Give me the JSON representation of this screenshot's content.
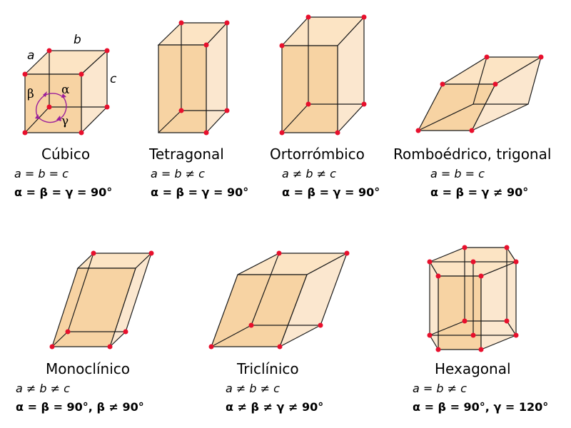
{
  "systems": [
    {
      "name": "Cúbico",
      "edges": "a = b = c",
      "angles": "α = β = γ = 90°"
    },
    {
      "name": "Tetragonal",
      "edges": "a = b ≠ c",
      "angles": "α = β = γ = 90°"
    },
    {
      "name": "Ortorrómbico",
      "edges": "a ≠ b ≠ c",
      "angles": "α = β = γ = 90°"
    },
    {
      "name": "Romboédrico, trigonal",
      "edges": "a = b = c",
      "angles": "α = β = γ ≠ 90°"
    },
    {
      "name": "Monoclínico",
      "edges": "a ≠ b ≠ c",
      "angles": "α = β = 90°, β ≠ 90°"
    },
    {
      "name": "Triclínico",
      "edges": "a ≠ b ≠ c",
      "angles": "α ≠ β ≠ γ ≠ 90°"
    },
    {
      "name": "Hexagonal",
      "edges": "a = b ≠ c",
      "angles": "α = β = 90°, γ = 120°"
    }
  ],
  "cube_labels": {
    "a": "a",
    "b": "b",
    "c": "c",
    "alpha": "α",
    "beta": "β",
    "gamma": "γ"
  },
  "colors": {
    "front_face": "#f7d3a3",
    "back_face": "#fce4c4",
    "vertex": "#e8102d",
    "angle_arc": "#9b1f9b"
  }
}
